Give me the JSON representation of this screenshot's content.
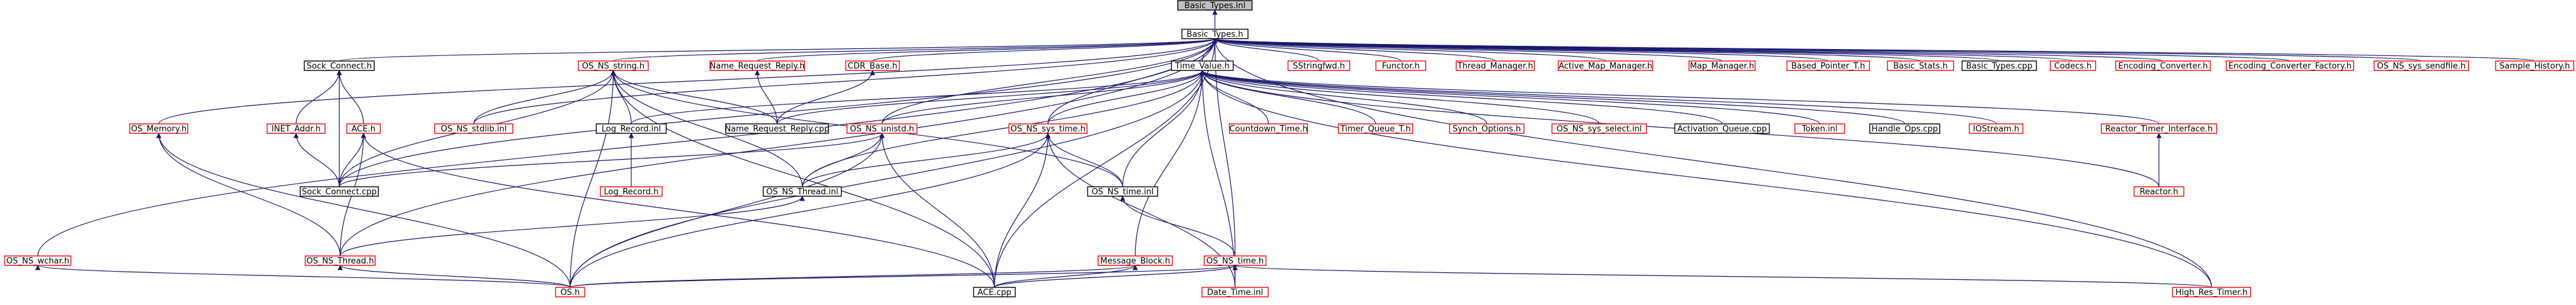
{
  "colors": {
    "edge": "#191970",
    "border_documented": "#000000",
    "border_undocumented": "#ff0000",
    "fill_focus": "#bfbfbf",
    "fill_normal": "#ffffff"
  },
  "nodes": [
    {
      "id": "root",
      "label": "Basic_Types.inl",
      "style": "focus"
    },
    {
      "id": "basic_types_h",
      "label": "Basic_Types.h",
      "style": "black"
    },
    {
      "id": "sock_connect_h",
      "label": "Sock_Connect.h",
      "style": "black"
    },
    {
      "id": "os_ns_string_h",
      "label": "OS_NS_string.h",
      "style": "red"
    },
    {
      "id": "name_request_reply_h",
      "label": "Name_Request_Reply.h",
      "style": "red"
    },
    {
      "id": "cdr_base_h",
      "label": "CDR_Base.h",
      "style": "red"
    },
    {
      "id": "time_value_h",
      "label": "Time_Value.h",
      "style": "black"
    },
    {
      "id": "sstringfwd_h",
      "label": "SStringfwd.h",
      "style": "red"
    },
    {
      "id": "functor_h",
      "label": "Functor.h",
      "style": "red"
    },
    {
      "id": "thread_manager_h",
      "label": "Thread_Manager.h",
      "style": "red"
    },
    {
      "id": "active_map_manager_h",
      "label": "Active_Map_Manager.h",
      "style": "red"
    },
    {
      "id": "map_manager_h",
      "label": "Map_Manager.h",
      "style": "red"
    },
    {
      "id": "based_pointer_t_h",
      "label": "Based_Pointer_T.h",
      "style": "red"
    },
    {
      "id": "basic_stats_h",
      "label": "Basic_Stats.h",
      "style": "red"
    },
    {
      "id": "basic_types_cpp",
      "label": "Basic_Types.cpp",
      "style": "black"
    },
    {
      "id": "codecs_h",
      "label": "Codecs.h",
      "style": "red"
    },
    {
      "id": "encoding_converter_h",
      "label": "Encoding_Converter.h",
      "style": "red"
    },
    {
      "id": "encoding_converter_factory_h",
      "label": "Encoding_Converter_Factory.h",
      "style": "red"
    },
    {
      "id": "os_ns_sys_sendfile_h",
      "label": "OS_NS_sys_sendfile.h",
      "style": "red"
    },
    {
      "id": "sample_history_h",
      "label": "Sample_History.h",
      "style": "red"
    },
    {
      "id": "os_memory_h",
      "label": "OS_Memory.h",
      "style": "red"
    },
    {
      "id": "inet_addr_h",
      "label": "INET_Addr.h",
      "style": "red"
    },
    {
      "id": "ace_h",
      "label": "ACE.h",
      "style": "red"
    },
    {
      "id": "os_ns_stdlib_inl",
      "label": "OS_NS_stdlib.inl",
      "style": "red"
    },
    {
      "id": "log_record_inl",
      "label": "Log_Record.inl",
      "style": "black"
    },
    {
      "id": "name_request_reply_cpp",
      "label": "Name_Request_Reply.cpp",
      "style": "black"
    },
    {
      "id": "os_ns_unistd_h",
      "label": "OS_NS_unistd.h",
      "style": "red"
    },
    {
      "id": "os_ns_sys_time_h",
      "label": "OS_NS_sys_time.h",
      "style": "red"
    },
    {
      "id": "countdown_time_h",
      "label": "Countdown_Time.h",
      "style": "red"
    },
    {
      "id": "timer_queue_t_h",
      "label": "Timer_Queue_T.h",
      "style": "red"
    },
    {
      "id": "synch_options_h",
      "label": "Synch_Options.h",
      "style": "red"
    },
    {
      "id": "os_ns_sys_select_inl",
      "label": "OS_NS_sys_select.inl",
      "style": "red"
    },
    {
      "id": "activation_queue_cpp",
      "label": "Activation_Queue.cpp",
      "style": "black"
    },
    {
      "id": "token_inl",
      "label": "Token.inl",
      "style": "red"
    },
    {
      "id": "handle_ops_cpp",
      "label": "Handle_Ops.cpp",
      "style": "black"
    },
    {
      "id": "iostream_h",
      "label": "IOStream.h",
      "style": "red"
    },
    {
      "id": "reactor_timer_interface_h",
      "label": "Reactor_Timer_Interface.h",
      "style": "red"
    },
    {
      "id": "sock_connect_cpp",
      "label": "Sock_Connect.cpp",
      "style": "black"
    },
    {
      "id": "log_record_h",
      "label": "Log_Record.h",
      "style": "red"
    },
    {
      "id": "os_ns_thread_inl",
      "label": "OS_NS_Thread.inl",
      "style": "black"
    },
    {
      "id": "os_ns_time_inl",
      "label": "OS_NS_time.inl",
      "style": "black"
    },
    {
      "id": "reactor_h",
      "label": "Reactor.h",
      "style": "red"
    },
    {
      "id": "os_ns_wchar_h",
      "label": "OS_NS_wchar.h",
      "style": "red"
    },
    {
      "id": "os_ns_thread_h",
      "label": "OS_NS_Thread.h",
      "style": "red"
    },
    {
      "id": "message_block_h",
      "label": "Message_Block.h",
      "style": "red"
    },
    {
      "id": "os_ns_time_h",
      "label": "OS_NS_time.h",
      "style": "red"
    },
    {
      "id": "os_h",
      "label": "OS.h",
      "style": "red"
    },
    {
      "id": "ace_cpp",
      "label": "ACE.cpp",
      "style": "black"
    },
    {
      "id": "date_time_inl",
      "label": "Date_Time.inl",
      "style": "red"
    },
    {
      "id": "high_res_timer_h",
      "label": "High_Res_Timer.h",
      "style": "red"
    }
  ],
  "edges": [
    [
      "root",
      "basic_types_h"
    ],
    [
      "basic_types_h",
      "sock_connect_h"
    ],
    [
      "basic_types_h",
      "os_ns_string_h"
    ],
    [
      "basic_types_h",
      "name_request_reply_h"
    ],
    [
      "basic_types_h",
      "cdr_base_h"
    ],
    [
      "basic_types_h",
      "time_value_h"
    ],
    [
      "basic_types_h",
      "sstringfwd_h"
    ],
    [
      "basic_types_h",
      "functor_h"
    ],
    [
      "basic_types_h",
      "thread_manager_h"
    ],
    [
      "basic_types_h",
      "active_map_manager_h"
    ],
    [
      "basic_types_h",
      "map_manager_h"
    ],
    [
      "basic_types_h",
      "based_pointer_t_h"
    ],
    [
      "basic_types_h",
      "basic_stats_h"
    ],
    [
      "basic_types_h",
      "basic_types_cpp"
    ],
    [
      "basic_types_h",
      "codecs_h"
    ],
    [
      "basic_types_h",
      "encoding_converter_h"
    ],
    [
      "basic_types_h",
      "encoding_converter_factory_h"
    ],
    [
      "basic_types_h",
      "os_ns_sys_sendfile_h"
    ],
    [
      "basic_types_h",
      "sample_history_h"
    ],
    [
      "basic_types_h",
      "os_memory_h"
    ],
    [
      "basic_types_h",
      "os_ns_wchar_h"
    ],
    [
      "basic_types_h",
      "os_ns_stdlib_inl"
    ],
    [
      "basic_types_h",
      "sock_connect_cpp"
    ],
    [
      "basic_types_h",
      "os_ns_unistd_h"
    ],
    [
      "basic_types_h",
      "os_ns_sys_time_h"
    ],
    [
      "basic_types_h",
      "ace_cpp"
    ],
    [
      "basic_types_h",
      "high_res_timer_h"
    ],
    [
      "basic_types_h",
      "os_ns_time_h"
    ],
    [
      "basic_types_h",
      "os_ns_thread_h"
    ],
    [
      "sock_connect_h",
      "inet_addr_h"
    ],
    [
      "sock_connect_h",
      "ace_h"
    ],
    [
      "sock_connect_h",
      "sock_connect_cpp"
    ],
    [
      "inet_addr_h",
      "sock_connect_cpp"
    ],
    [
      "ace_h",
      "sock_connect_cpp"
    ],
    [
      "ace_h",
      "os_ns_thread_h"
    ],
    [
      "ace_h",
      "ace_cpp"
    ],
    [
      "os_memory_h",
      "os_ns_thread_h"
    ],
    [
      "os_memory_h",
      "os_h"
    ],
    [
      "os_ns_wchar_h",
      "os_h"
    ],
    [
      "os_ns_thread_h",
      "os_h"
    ],
    [
      "os_ns_string_h",
      "os_ns_stdlib_inl"
    ],
    [
      "os_ns_string_h",
      "log_record_inl"
    ],
    [
      "os_ns_string_h",
      "name_request_reply_cpp"
    ],
    [
      "os_ns_string_h",
      "sock_connect_cpp"
    ],
    [
      "os_ns_string_h",
      "os_h"
    ],
    [
      "os_ns_string_h",
      "os_ns_thread_inl"
    ],
    [
      "os_ns_string_h",
      "os_ns_time_inl"
    ],
    [
      "os_ns_string_h",
      "ace_cpp"
    ],
    [
      "log_record_inl",
      "log_record_h"
    ],
    [
      "name_request_reply_h",
      "name_request_reply_cpp"
    ],
    [
      "cdr_base_h",
      "name_request_reply_cpp"
    ],
    [
      "time_value_h",
      "log_record_inl"
    ],
    [
      "time_value_h",
      "name_request_reply_cpp"
    ],
    [
      "time_value_h",
      "os_ns_unistd_h"
    ],
    [
      "time_value_h",
      "os_ns_sys_time_h"
    ],
    [
      "time_value_h",
      "countdown_time_h"
    ],
    [
      "time_value_h",
      "timer_queue_t_h"
    ],
    [
      "time_value_h",
      "synch_options_h"
    ],
    [
      "time_value_h",
      "os_ns_sys_select_inl"
    ],
    [
      "time_value_h",
      "activation_queue_cpp"
    ],
    [
      "time_value_h",
      "token_inl"
    ],
    [
      "time_value_h",
      "handle_ops_cpp"
    ],
    [
      "time_value_h",
      "iostream_h"
    ],
    [
      "time_value_h",
      "reactor_timer_interface_h"
    ],
    [
      "time_value_h",
      "reactor_h"
    ],
    [
      "time_value_h",
      "os_ns_time_inl"
    ],
    [
      "time_value_h",
      "message_block_h"
    ],
    [
      "time_value_h",
      "os_ns_thread_inl"
    ],
    [
      "time_value_h",
      "high_res_timer_h"
    ],
    [
      "time_value_h",
      "date_time_inl"
    ],
    [
      "time_value_h",
      "os_h"
    ],
    [
      "reactor_timer_interface_h",
      "reactor_h"
    ],
    [
      "os_ns_unistd_h",
      "sock_connect_cpp"
    ],
    [
      "os_ns_unistd_h",
      "os_ns_thread_inl"
    ],
    [
      "os_ns_unistd_h",
      "os_h"
    ],
    [
      "os_ns_unistd_h",
      "ace_cpp"
    ],
    [
      "os_ns_sys_time_h",
      "os_ns_thread_inl"
    ],
    [
      "os_ns_sys_time_h",
      "os_ns_time_inl"
    ],
    [
      "os_ns_sys_time_h",
      "os_h"
    ],
    [
      "os_ns_sys_time_h",
      "ace_cpp"
    ],
    [
      "os_ns_sys_time_h",
      "date_time_inl"
    ],
    [
      "os_ns_time_inl",
      "os_ns_time_h"
    ],
    [
      "os_ns_thread_inl",
      "os_ns_thread_h"
    ],
    [
      "message_block_h",
      "os_h"
    ],
    [
      "message_block_h",
      "ace_cpp"
    ],
    [
      "os_ns_time_h",
      "os_h"
    ],
    [
      "os_ns_time_h",
      "ace_cpp"
    ],
    [
      "os_ns_time_h",
      "date_time_inl"
    ],
    [
      "os_ns_time_h",
      "high_res_timer_h"
    ]
  ]
}
